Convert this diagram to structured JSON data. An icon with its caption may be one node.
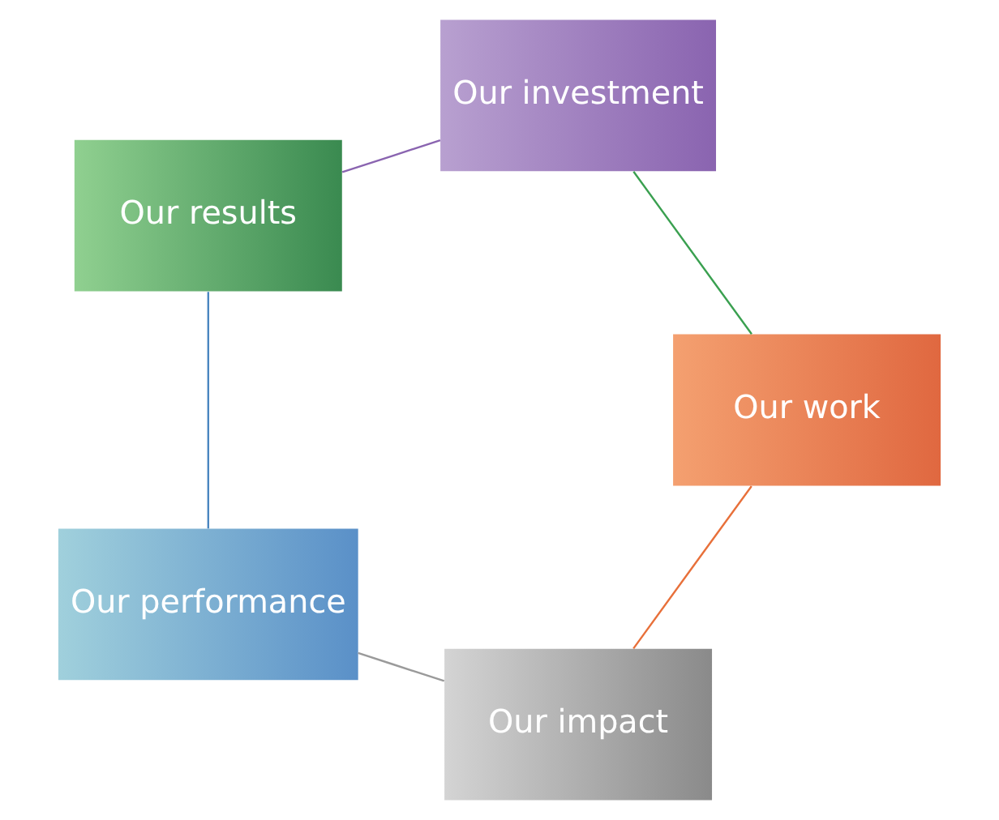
{
  "diagram": {
    "nodes": [
      {
        "text": [
          "Our impact"
        ]
      },
      {
        "text": [
          "Our work"
        ]
      },
      {
        "text": [
          "Our performance"
        ]
      },
      {
        "text": [
          "Our investment"
        ]
      },
      {
        "text": [
          "Our results"
        ]
      }
    ],
    "edges": [
      {
        "from": 0,
        "to": 2,
        "arrow": "none",
        "color": "#9a9a9a"
      },
      {
        "from": 2,
        "to": 4,
        "arrow": "none",
        "color": "#4a86c0"
      },
      {
        "from": 4,
        "to": 3,
        "arrow": "none",
        "color": "#8a64b0"
      },
      {
        "from": 3,
        "to": 1,
        "arrow": "none",
        "color": "#3aa050"
      },
      {
        "from": 1,
        "to": 0,
        "arrow": "none",
        "color": "#e8703a"
      }
    ]
  }
}
